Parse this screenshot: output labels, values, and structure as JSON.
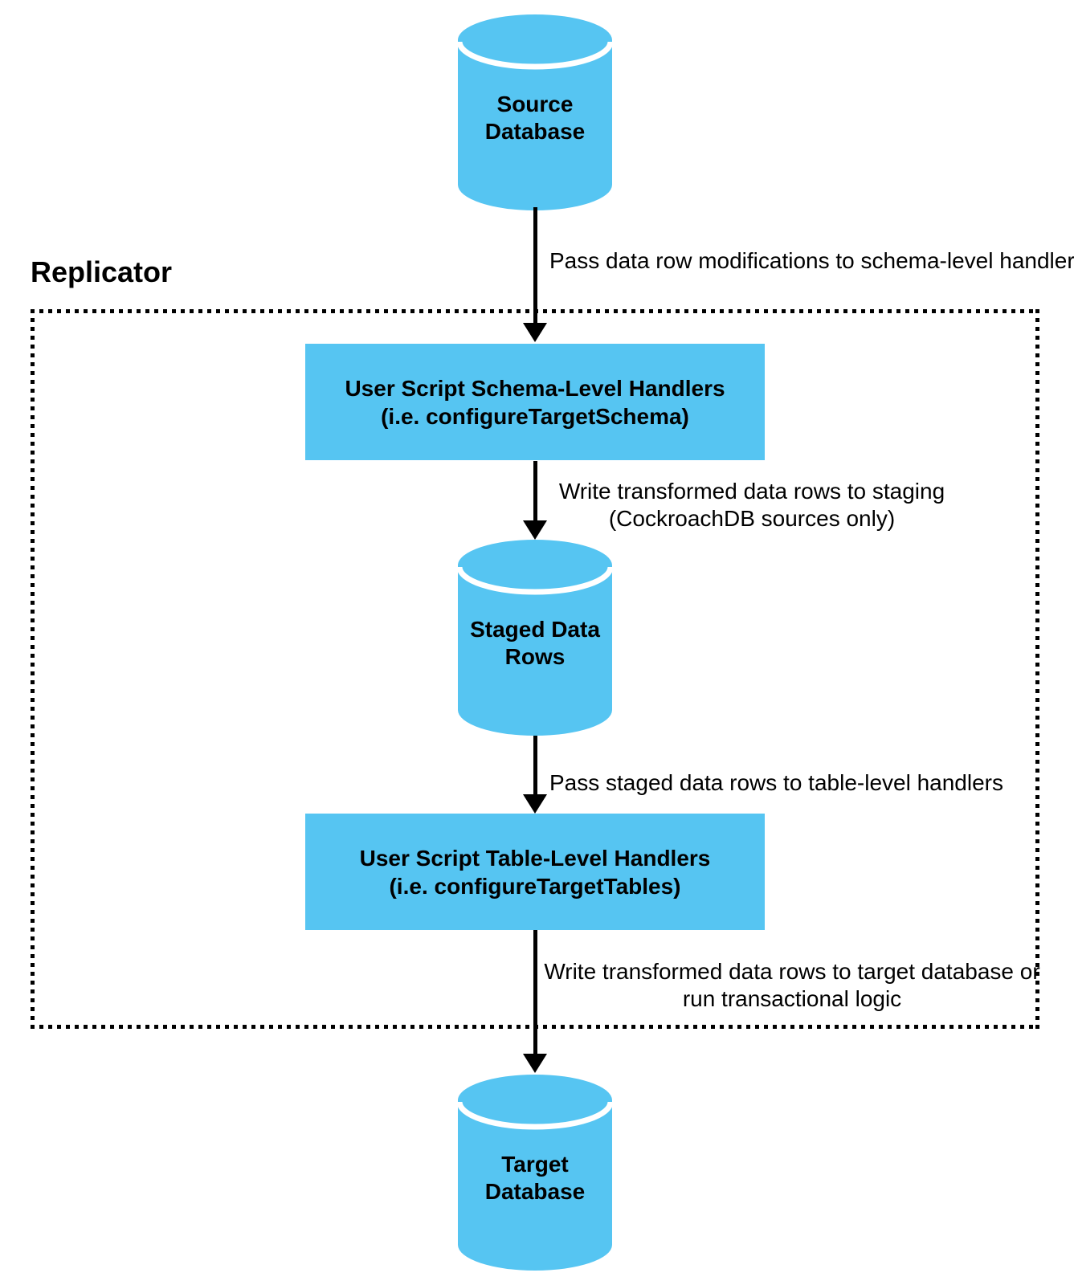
{
  "colors": {
    "node_fill": "#56C5F2",
    "line": "#000000",
    "text": "#000000",
    "background": "#FFFFFF"
  },
  "container": {
    "label": "Replicator"
  },
  "nodes": {
    "source_db": {
      "type": "database-cylinder",
      "line1": "Source",
      "line2": "Database"
    },
    "schema_handlers": {
      "type": "process-box",
      "line1": "User Script Schema-Level Handlers",
      "line2": "(i.e. configureTargetSchema)"
    },
    "staged_rows": {
      "type": "database-cylinder",
      "line1": "Staged Data",
      "line2": "Rows"
    },
    "table_handlers": {
      "type": "process-box",
      "line1": "User Script Table-Level Handlers",
      "line2": "(i.e. configureTargetTables)"
    },
    "target_db": {
      "type": "database-cylinder",
      "line1": "Target",
      "line2": "Database"
    }
  },
  "edges": {
    "source_to_schema": {
      "label": "Pass data row modifications to schema-level handlers"
    },
    "schema_to_staged": {
      "line1": "Write transformed data rows to staging",
      "line2": "(CockroachDB sources only)"
    },
    "staged_to_table": {
      "label": "Pass staged data rows to table-level handlers"
    },
    "table_to_target": {
      "line1": "Write transformed data rows to target database or",
      "line2": "run transactional logic"
    }
  }
}
